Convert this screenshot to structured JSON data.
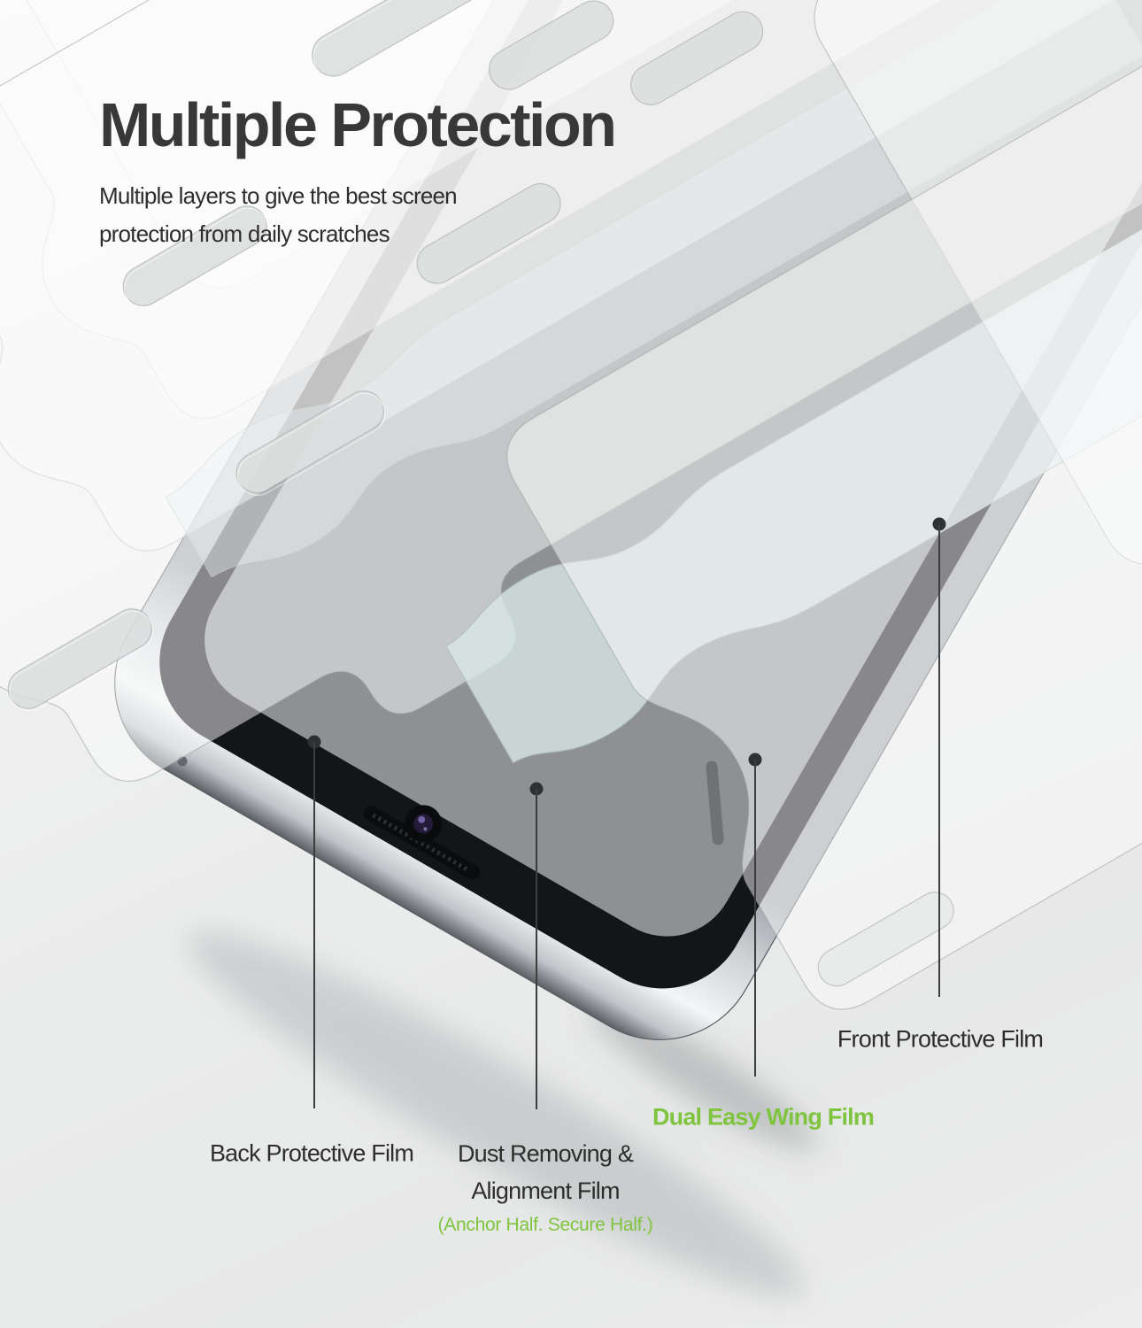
{
  "header": {
    "title": "Multiple Protection",
    "subtitle_line1": "Multiple layers to give the best screen",
    "subtitle_line2": "protection from daily scratches"
  },
  "callouts": {
    "back_label": "Back Protective Film",
    "dust_label_line1": "Dust Removing &",
    "dust_label_line2": "Alignment Film",
    "dust_subcaption": "(Anchor Half. Secure Half.)",
    "wing_label": "Dual Easy Wing Film",
    "front_label": "Front Protective Film"
  },
  "colors": {
    "accent_green": "#7fc43e",
    "heading_text": "#383838",
    "body_text": "#2e2e2e",
    "callout_line": "#3b3d3f",
    "mint_film": "#d9e8e7",
    "background_top": "#f8f8f8",
    "background_bottom": "#e7e8e8"
  }
}
